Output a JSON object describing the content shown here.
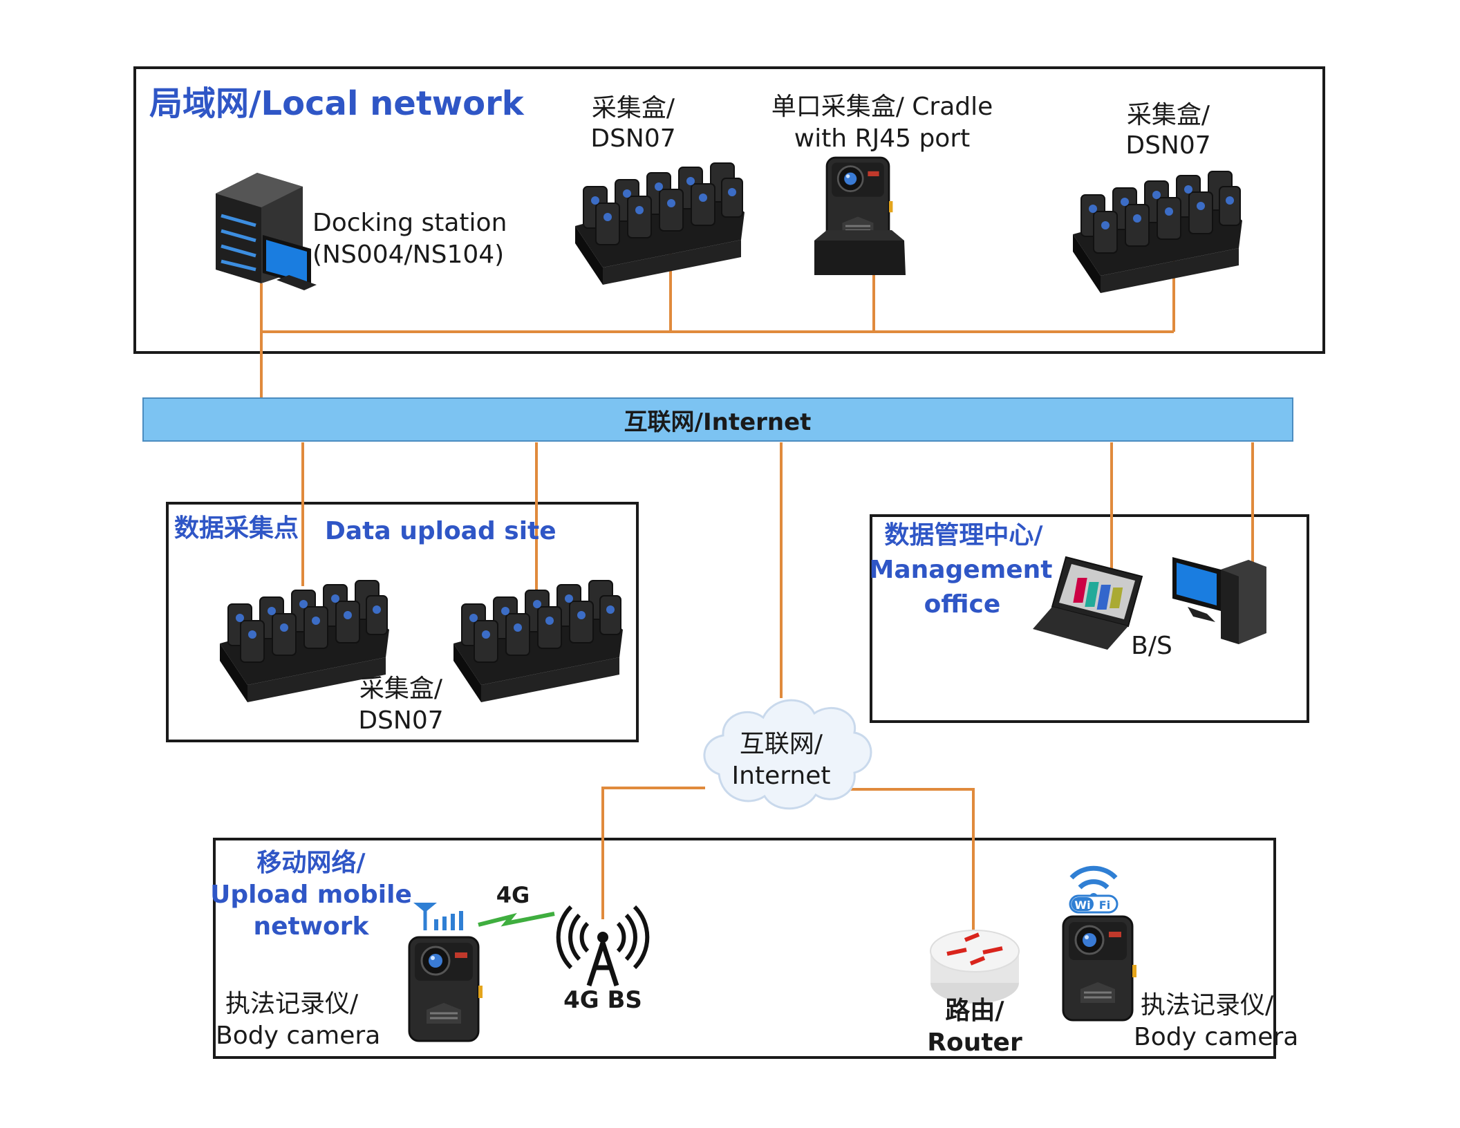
{
  "local_network": {
    "title": "局域网/Local network",
    "docking_station_line1": "Docking station",
    "docking_station_line2": "(NS004/NS104)",
    "dsn07_left_line1": "采集盒/",
    "dsn07_left_line2": "DSN07",
    "cradle_line1": "单口采集盒/ Cradle",
    "cradle_line2": "with RJ45 port",
    "dsn07_right_line1": "采集盒/",
    "dsn07_right_line2": "DSN07"
  },
  "internet_bar": {
    "label": "互联网/Internet"
  },
  "upload_site": {
    "title_cn": "数据采集点",
    "title_en": "Data upload site",
    "dsn07_line1": "采集盒/",
    "dsn07_line2": "DSN07"
  },
  "management": {
    "title_line1": "数据管理中心/",
    "title_line2": "Management",
    "title_line3": "office",
    "bs_label": "B/S"
  },
  "cloud": {
    "line1": "互联网/",
    "line2": "Internet"
  },
  "mobile": {
    "title_line1": "移动网络/",
    "title_line2": "Upload mobile",
    "title_line3": "network",
    "signal_label": "4G",
    "tower_label": "4G BS",
    "camera_left_line1": "执法记录仪/",
    "camera_left_line2": "Body camera",
    "router_line1": "路由/",
    "router_line2": "Router",
    "wifi_badge_left": "Wi",
    "wifi_badge_right": "Fi",
    "camera_right_line1": "执法记录仪/",
    "camera_right_line2": "Body camera"
  },
  "icons": [
    "server-icon",
    "monitor-icon",
    "docking-rack-icon",
    "cradle-icon",
    "laptop-icon",
    "desktop-computer-icon",
    "cloud-icon",
    "antenna-icon",
    "signal-bolt-icon",
    "cell-tower-icon",
    "router-icon",
    "wifi-icon",
    "body-camera-icon"
  ],
  "colors": {
    "link": "#e08a3c",
    "internet_bar": "#7cc3f2",
    "title_blue": "#2f56c6",
    "text": "#1a1a1a"
  }
}
